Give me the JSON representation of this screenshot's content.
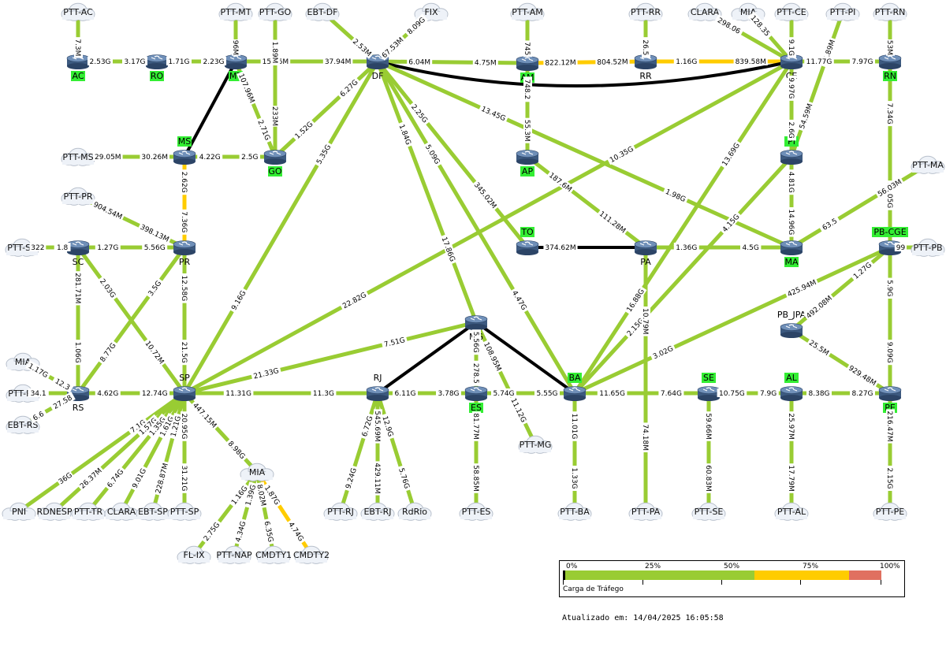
{
  "colors": {
    "green": "#99cc33",
    "yellow": "#ffcc00",
    "red": "#e07060",
    "black": "#000000",
    "label_bg": "#33ee33"
  },
  "legend": {
    "title": "Carga de Tráfego",
    "ticks": [
      "0%",
      "25%",
      "50%",
      "75%",
      "100%"
    ]
  },
  "updated": "Atualizado em: 14/04/2025 16:05:58",
  "routers": [
    {
      "id": "AC",
      "label": "AC"
    },
    {
      "id": "RO",
      "label": "RO"
    },
    {
      "id": "MT",
      "label": "MT"
    },
    {
      "id": "DF",
      "label": "DF"
    },
    {
      "id": "AM",
      "label": "AM"
    },
    {
      "id": "RR",
      "label": "RR"
    },
    {
      "id": "CE",
      "label": "CE"
    },
    {
      "id": "RN",
      "label": "RN"
    },
    {
      "id": "MS",
      "label": "MS"
    },
    {
      "id": "GO",
      "label": "GO"
    },
    {
      "id": "AP",
      "label": "AP"
    },
    {
      "id": "PI",
      "label": "PI"
    },
    {
      "id": "PR",
      "label": "PR"
    },
    {
      "id": "SC",
      "label": "SC"
    },
    {
      "id": "TO",
      "label": "TO"
    },
    {
      "id": "PA",
      "label": "PA"
    },
    {
      "id": "MA",
      "label": "MA"
    },
    {
      "id": "PBCGE",
      "label": "PB-CGE"
    },
    {
      "id": "PBJPA",
      "label": "PB_JPA"
    },
    {
      "id": "MG",
      "label": "MG"
    },
    {
      "id": "RS",
      "label": "RS"
    },
    {
      "id": "SP",
      "label": "SP"
    },
    {
      "id": "RJ",
      "label": "RJ"
    },
    {
      "id": "ES",
      "label": "ES"
    },
    {
      "id": "BA",
      "label": "BA"
    },
    {
      "id": "SE",
      "label": "SE"
    },
    {
      "id": "AL",
      "label": "AL"
    },
    {
      "id": "PE",
      "label": "PE"
    }
  ],
  "clouds": [
    {
      "id": "c_ac",
      "label": "PTT-AC"
    },
    {
      "id": "c_mt",
      "label": "PTT-MT"
    },
    {
      "id": "c_go",
      "label": "PTT-GO"
    },
    {
      "id": "c_ebtdf",
      "label": "EBT-DF"
    },
    {
      "id": "c_fix",
      "label": "FIX"
    },
    {
      "id": "c_am",
      "label": "PTT-AM"
    },
    {
      "id": "c_rr",
      "label": "PTT-RR"
    },
    {
      "id": "c_clara1",
      "label": "CLARA"
    },
    {
      "id": "c_mia1",
      "label": "MIA"
    },
    {
      "id": "c_ce",
      "label": "PTT-CE"
    },
    {
      "id": "c_pi",
      "label": "PTT-PI"
    },
    {
      "id": "c_rn",
      "label": "PTT-RN"
    },
    {
      "id": "c_ms",
      "label": "PTT-MS"
    },
    {
      "id": "c_pr",
      "label": "PTT-PR"
    },
    {
      "id": "c_sc",
      "label": "PTT-SC"
    },
    {
      "id": "c_ma",
      "label": "PTT-MA"
    },
    {
      "id": "c_pb",
      "label": "PTT-PB"
    },
    {
      "id": "c_mia2",
      "label": "MIA"
    },
    {
      "id": "c_rs",
      "label": "PTT-RS"
    },
    {
      "id": "c_ebtrs",
      "label": "EBT-RS"
    },
    {
      "id": "c_mg",
      "label": "PTT-MG"
    },
    {
      "id": "c_mia3",
      "label": "MIA"
    },
    {
      "id": "c_pni",
      "label": "PNI"
    },
    {
      "id": "c_rdnesp",
      "label": "RDNESP"
    },
    {
      "id": "c_tr",
      "label": "PTT-TR"
    },
    {
      "id": "c_clara2",
      "label": "CLARA"
    },
    {
      "id": "c_ebtsp",
      "label": "EBT-SP"
    },
    {
      "id": "c_sp",
      "label": "PTT-SP"
    },
    {
      "id": "c_flix",
      "label": "FL-IX"
    },
    {
      "id": "c_nap",
      "label": "PTT-NAP"
    },
    {
      "id": "c_cmd1",
      "label": "CMDTY1"
    },
    {
      "id": "c_cmd2",
      "label": "CMDTY2"
    },
    {
      "id": "c_rj",
      "label": "PTT-RJ"
    },
    {
      "id": "c_ebtrj",
      "label": "EBT-RJ"
    },
    {
      "id": "c_rdrio",
      "label": "RdRio"
    },
    {
      "id": "c_es",
      "label": "PTT-ES"
    },
    {
      "id": "c_ba",
      "label": "PTT-BA"
    },
    {
      "id": "c_pa",
      "label": "PTT-PA"
    },
    {
      "id": "c_se",
      "label": "PTT-SE"
    },
    {
      "id": "c_al",
      "label": "PTT-AL"
    },
    {
      "id": "c_pe",
      "label": "PTT-PE"
    }
  ],
  "links": [
    {
      "a": "c_ac",
      "b": "AC",
      "la": "",
      "lb": "7.3M",
      "c": "green"
    },
    {
      "a": "AC",
      "b": "RO",
      "la": "2.53G",
      "lb": "3.17G",
      "c": "green"
    },
    {
      "a": "RO",
      "b": "MT",
      "la": "1.71G",
      "lb": "2.23G",
      "c": "green"
    },
    {
      "a": "MT",
      "b": "DF",
      "la": "15.76M",
      "lb": "37.94M",
      "c": "green"
    },
    {
      "a": "c_mt",
      "b": "MT",
      "la": "",
      "lb": "96M",
      "c": "green"
    },
    {
      "a": "c_go",
      "b": "GO",
      "la": "1.89M",
      "lb": "233M",
      "c": "green"
    },
    {
      "a": "MT",
      "b": "GO",
      "la": "107.96M",
      "lb": "2.71G",
      "c": "green"
    },
    {
      "a": "MT",
      "b": "MS",
      "la": "",
      "lb": "",
      "c": "black"
    },
    {
      "a": "c_ebtdf",
      "b": "DF",
      "la": "",
      "lb": "2.53M",
      "c": "green"
    },
    {
      "a": "c_fix",
      "b": "DF",
      "la": "8.09G",
      "lb": "67.53M",
      "c": "green"
    },
    {
      "a": "DF",
      "b": "AM",
      "la": "6.04M",
      "lb": "4.75M",
      "c": "green"
    },
    {
      "a": "AM",
      "b": "RR",
      "la": "822.12M",
      "lb": "804.52M",
      "c": "yellow"
    },
    {
      "a": "RR",
      "b": "CE",
      "la": "1.16G",
      "lb": "",
      "c": "red"
    },
    {
      "a": "RR",
      "b": "CE",
      "la": "",
      "lb": "839.58M",
      "c": "yellow"
    },
    {
      "a": "c_am",
      "b": "AM",
      "la": "",
      "lb": "745",
      "c": "green"
    },
    {
      "a": "c_rr",
      "b": "RR",
      "la": "",
      "lb": "26.5",
      "c": "green"
    },
    {
      "a": "c_clara1",
      "b": "CE",
      "la": "298.06",
      "lb": "",
      "c": "green"
    },
    {
      "a": "c_mia1",
      "b": "CE",
      "la": "128.35",
      "lb": "",
      "c": "green"
    },
    {
      "a": "c_ce",
      "b": "CE",
      "la": "",
      "lb": "9.1G",
      "c": "green"
    },
    {
      "a": "c_pi",
      "b": "PI",
      "la": "14.89M",
      "lb": "54.59M",
      "c": "green"
    },
    {
      "a": "CE",
      "b": "RN",
      "la": "11.77G",
      "lb": "7.97G",
      "c": "green"
    },
    {
      "a": "c_rn",
      "b": "RN",
      "la": "",
      "lb": "53M",
      "c": "green"
    },
    {
      "a": "DF",
      "b": "CE",
      "la": "",
      "lb": "",
      "c": "black"
    },
    {
      "a": "c_ms",
      "b": "MS",
      "la": "29.05M",
      "lb": "30.26M",
      "c": "green"
    },
    {
      "a": "MS",
      "b": "GO",
      "la": "4.22G",
      "lb": "2.5G",
      "c": "green"
    },
    {
      "a": "GO",
      "b": "DF",
      "la": "1.52G",
      "lb": "6.27G",
      "c": "green"
    },
    {
      "a": "AM",
      "b": "AP",
      "la": "748.2",
      "lb": "55.3M",
      "c": "green"
    },
    {
      "a": "CE",
      "b": "PI",
      "la": "9.97G",
      "lb": "2.6G",
      "c": "green"
    },
    {
      "a": "RN",
      "b": "PBCGE",
      "la": "7.34G",
      "lb": "10.05G",
      "c": "green"
    },
    {
      "a": "MS",
      "b": "PR",
      "la": "2.62G",
      "lb": "7.36G",
      "c": "yellow"
    },
    {
      "a": "c_pr",
      "b": "PR",
      "la": "904.54M",
      "lb": "398.13M",
      "c": "green"
    },
    {
      "a": "c_sc",
      "b": "SC",
      "la": "322",
      "lb": "1.8",
      "c": "green"
    },
    {
      "a": "SC",
      "b": "PR",
      "la": "1.27G",
      "lb": "5.56G",
      "c": "green"
    },
    {
      "a": "AP",
      "b": "PA",
      "la": "187.6M",
      "lb": "111.28M",
      "c": "green"
    },
    {
      "a": "TO",
      "b": "PA",
      "la": "374.62M",
      "lb": "",
      "c": "black"
    },
    {
      "a": "PA",
      "b": "MA",
      "la": "1.36G",
      "lb": "4.5G",
      "c": "green"
    },
    {
      "a": "PI",
      "b": "MA",
      "la": "4.81G",
      "lb": "14.96G",
      "c": "green"
    },
    {
      "a": "c_ma",
      "b": "MA",
      "la": "56.03M",
      "lb": "63.5",
      "c": "green"
    },
    {
      "a": "PBCGE",
      "b": "c_pb",
      "la": "99",
      "lb": "",
      "c": "green"
    },
    {
      "a": "DF",
      "b": "TO",
      "la": "2.25G",
      "lb": "345.02M",
      "c": "green"
    },
    {
      "a": "DF",
      "b": "MA",
      "la": "13.45G",
      "lb": "1.98G",
      "c": "green"
    },
    {
      "a": "DF",
      "b": "MG",
      "la": "1.84G",
      "lb": "17.86G",
      "c": "green"
    },
    {
      "a": "DF",
      "b": "BA",
      "la": "5.09G",
      "lb": "4.47G",
      "c": "green"
    },
    {
      "a": "DF",
      "b": "SP",
      "la": "5.35G",
      "lb": "9.16G",
      "c": "green"
    },
    {
      "a": "CE",
      "b": "SP",
      "la": "10.35G",
      "lb": "22.82G",
      "c": "green"
    },
    {
      "a": "CE",
      "b": "BA",
      "la": "13.69G",
      "lb": "16.88G",
      "c": "green"
    },
    {
      "a": "PI",
      "b": "BA",
      "la": "4.15G",
      "lb": "2.15G",
      "c": "green"
    },
    {
      "a": "PBCGE",
      "b": "BA",
      "la": "425.94M",
      "lb": "3.02G",
      "c": "green"
    },
    {
      "a": "PBCGE",
      "b": "PBJPA",
      "la": "1.27G",
      "lb": "492.08M",
      "c": "green"
    },
    {
      "a": "PBJPA",
      "b": "PE",
      "la": "25.5M",
      "lb": "929.48M",
      "c": "green"
    },
    {
      "a": "PBCGE",
      "b": "PE",
      "la": "5.9G",
      "lb": "9.09G",
      "c": "green"
    },
    {
      "a": "PR",
      "b": "SP",
      "la": "12.58G",
      "lb": "21.5G",
      "c": "green"
    },
    {
      "a": "PR",
      "b": "RS",
      "la": "3.5G",
      "lb": "8.77G",
      "c": "green"
    },
    {
      "a": "SC",
      "b": "RS",
      "la": "281.71M",
      "lb": "1.06G",
      "c": "green"
    },
    {
      "a": "SC",
      "b": "SP",
      "la": "2.03G",
      "lb": "10.72M",
      "c": "green"
    },
    {
      "a": "c_mia2",
      "b": "RS",
      "la": "1.17G",
      "lb": "12.3",
      "c": "green"
    },
    {
      "a": "c_rs",
      "b": "RS",
      "la": "34.1",
      "lb": "",
      "c": "green"
    },
    {
      "a": "c_ebtrs",
      "b": "RS",
      "la": "6.6",
      "lb": "27.58",
      "c": "green"
    },
    {
      "a": "RS",
      "b": "SP",
      "la": "4.62G",
      "lb": "12.74G",
      "c": "green"
    },
    {
      "a": "SP",
      "b": "RJ",
      "la": "11.31G",
      "lb": "11.3G",
      "c": "green"
    },
    {
      "a": "SP",
      "b": "MG",
      "la": "21.33G",
      "lb": "7.51G",
      "c": "green"
    },
    {
      "a": "RJ",
      "b": "MG",
      "la": "",
      "lb": "",
      "c": "black"
    },
    {
      "a": "MG",
      "b": "BA",
      "la": "",
      "lb": "",
      "c": "black"
    },
    {
      "a": "RJ",
      "b": "ES",
      "la": "6.11G",
      "lb": "3.78G",
      "c": "green"
    },
    {
      "a": "ES",
      "b": "BA",
      "la": "5.74G",
      "lb": "5.55G",
      "c": "green"
    },
    {
      "a": "MG",
      "b": "ES",
      "la": "5.56G",
      "lb": "278.5",
      "c": "green"
    },
    {
      "a": "MG",
      "b": "c_mg",
      "la": "108.95M",
      "lb": "11.12G",
      "c": "green"
    },
    {
      "a": "PA",
      "b": "c_pa",
      "la": "10.79M",
      "lb": "74.18M",
      "c": "green"
    },
    {
      "a": "BA",
      "b": "SE",
      "la": "11.65G",
      "lb": "7.64G",
      "c": "green"
    },
    {
      "a": "SE",
      "b": "AL",
      "la": "10.75G",
      "lb": "7.9G",
      "c": "green"
    },
    {
      "a": "AL",
      "b": "PE",
      "la": "8.38G",
      "lb": "8.27G",
      "c": "green"
    },
    {
      "a": "SP",
      "b": "c_pni",
      "la": "7.1G",
      "lb": "36G",
      "c": "green"
    },
    {
      "a": "SP",
      "b": "c_rdnesp",
      "la": "1.57G",
      "lb": "26.37M",
      "c": "green"
    },
    {
      "a": "SP",
      "b": "c_tr",
      "la": "1.35G",
      "lb": "6.74G",
      "c": "green"
    },
    {
      "a": "SP",
      "b": "c_clara2",
      "la": "1.61G",
      "lb": "9.01G",
      "c": "green"
    },
    {
      "a": "SP",
      "b": "c_ebtsp",
      "la": "1.21G",
      "lb": "228.87M",
      "c": "green"
    },
    {
      "a": "SP",
      "b": "c_sp",
      "la": "20.95G",
      "lb": "31.21G",
      "c": "green"
    },
    {
      "a": "SP",
      "b": "c_mia3",
      "la": "447.15M",
      "lb": "8.98G",
      "c": "green"
    },
    {
      "a": "c_mia3",
      "b": "c_flix",
      "la": "1.16G",
      "lb": "2.75G",
      "c": "green"
    },
    {
      "a": "c_mia3",
      "b": "c_nap",
      "la": "1.39G",
      "lb": "4.34G",
      "c": "green"
    },
    {
      "a": "c_mia3",
      "b": "c_cmd1",
      "la": "8.02M",
      "lb": "6.35G",
      "c": "green"
    },
    {
      "a": "c_mia3",
      "b": "c_cmd2",
      "la": "1.87G",
      "lb": "4.74G",
      "c": "yellow"
    },
    {
      "a": "RJ",
      "b": "c_rj",
      "la": "6.72G",
      "lb": "9.24G",
      "c": "green"
    },
    {
      "a": "RJ",
      "b": "c_ebtrj",
      "la": "545.69M",
      "lb": "429.11M",
      "c": "green"
    },
    {
      "a": "RJ",
      "b": "c_rdrio",
      "la": "12.9G",
      "lb": "5.76G",
      "c": "green"
    },
    {
      "a": "ES",
      "b": "c_es",
      "la": "81.77M",
      "lb": "58.85M",
      "c": "green"
    },
    {
      "a": "BA",
      "b": "c_ba",
      "la": "11.01G",
      "lb": "1.33G",
      "c": "green"
    },
    {
      "a": "SE",
      "b": "c_se",
      "la": "59.66M",
      "lb": "60.83M",
      "c": "green"
    },
    {
      "a": "AL",
      "b": "c_al",
      "la": "25.97M",
      "lb": "17.79M",
      "c": "green"
    },
    {
      "a": "PE",
      "b": "c_pe",
      "la": "216.47M",
      "lb": "2.15G",
      "c": "green"
    }
  ]
}
